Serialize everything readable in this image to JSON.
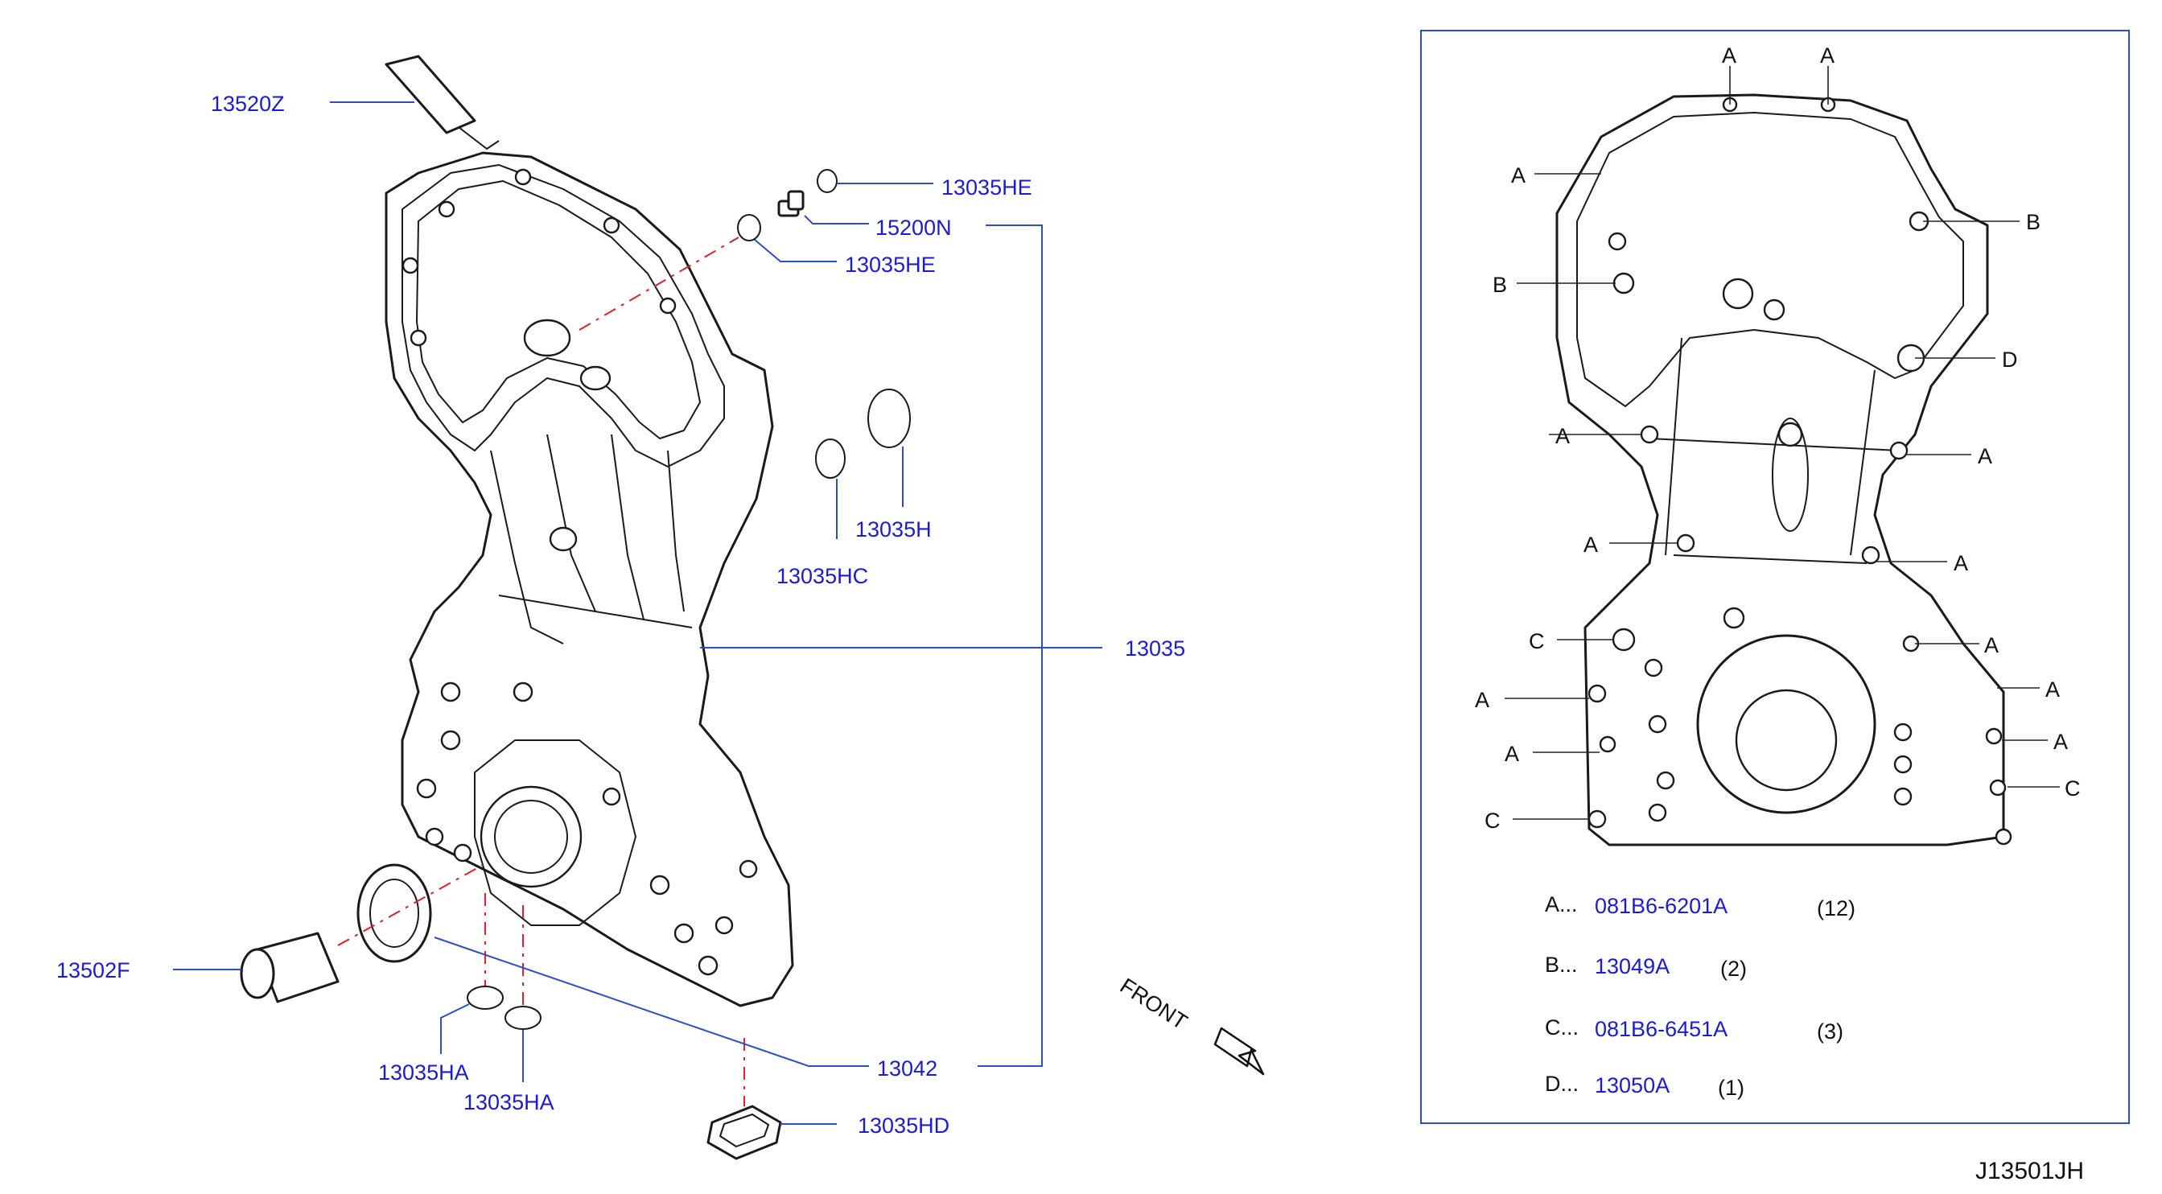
{
  "diagram_id": "J13501JH",
  "front_label": "FRONT",
  "callouts": {
    "p13520Z": "13520Z",
    "p13035HE_a": "13035HE",
    "p15200N": "15200N",
    "p13035HE_b": "13035HE",
    "p13035H": "13035H",
    "p13035HC": "13035HC",
    "p13035": "13035",
    "p13502F": "13502F",
    "p13042": "13042",
    "p13035HA_a": "13035HA",
    "p13035HA_b": "13035HA",
    "p13035HD": "13035HD"
  },
  "detail_letters": {
    "top1": "A",
    "top2": "A",
    "left1": "A",
    "b_left": "B",
    "b_right": "B",
    "d_right": "D",
    "a_l2": "A",
    "a_r2": "A",
    "a_l3": "A",
    "a_r3": "A",
    "c_l1": "C",
    "a_r4": "A",
    "a_l4": "A",
    "a_r5": "A",
    "a_l5": "A",
    "a_r6": "A",
    "c_l2": "C",
    "c_r": "C"
  },
  "legend": [
    {
      "key": "A...",
      "part": "081B6-6201A",
      "qty": "(12)"
    },
    {
      "key": "B...",
      "part": "13049A",
      "qty": "(2)"
    },
    {
      "key": "C...",
      "part": "081B6-6451A",
      "qty": "(3)"
    },
    {
      "key": "D...",
      "part": "13050A",
      "qty": "(1)"
    }
  ]
}
